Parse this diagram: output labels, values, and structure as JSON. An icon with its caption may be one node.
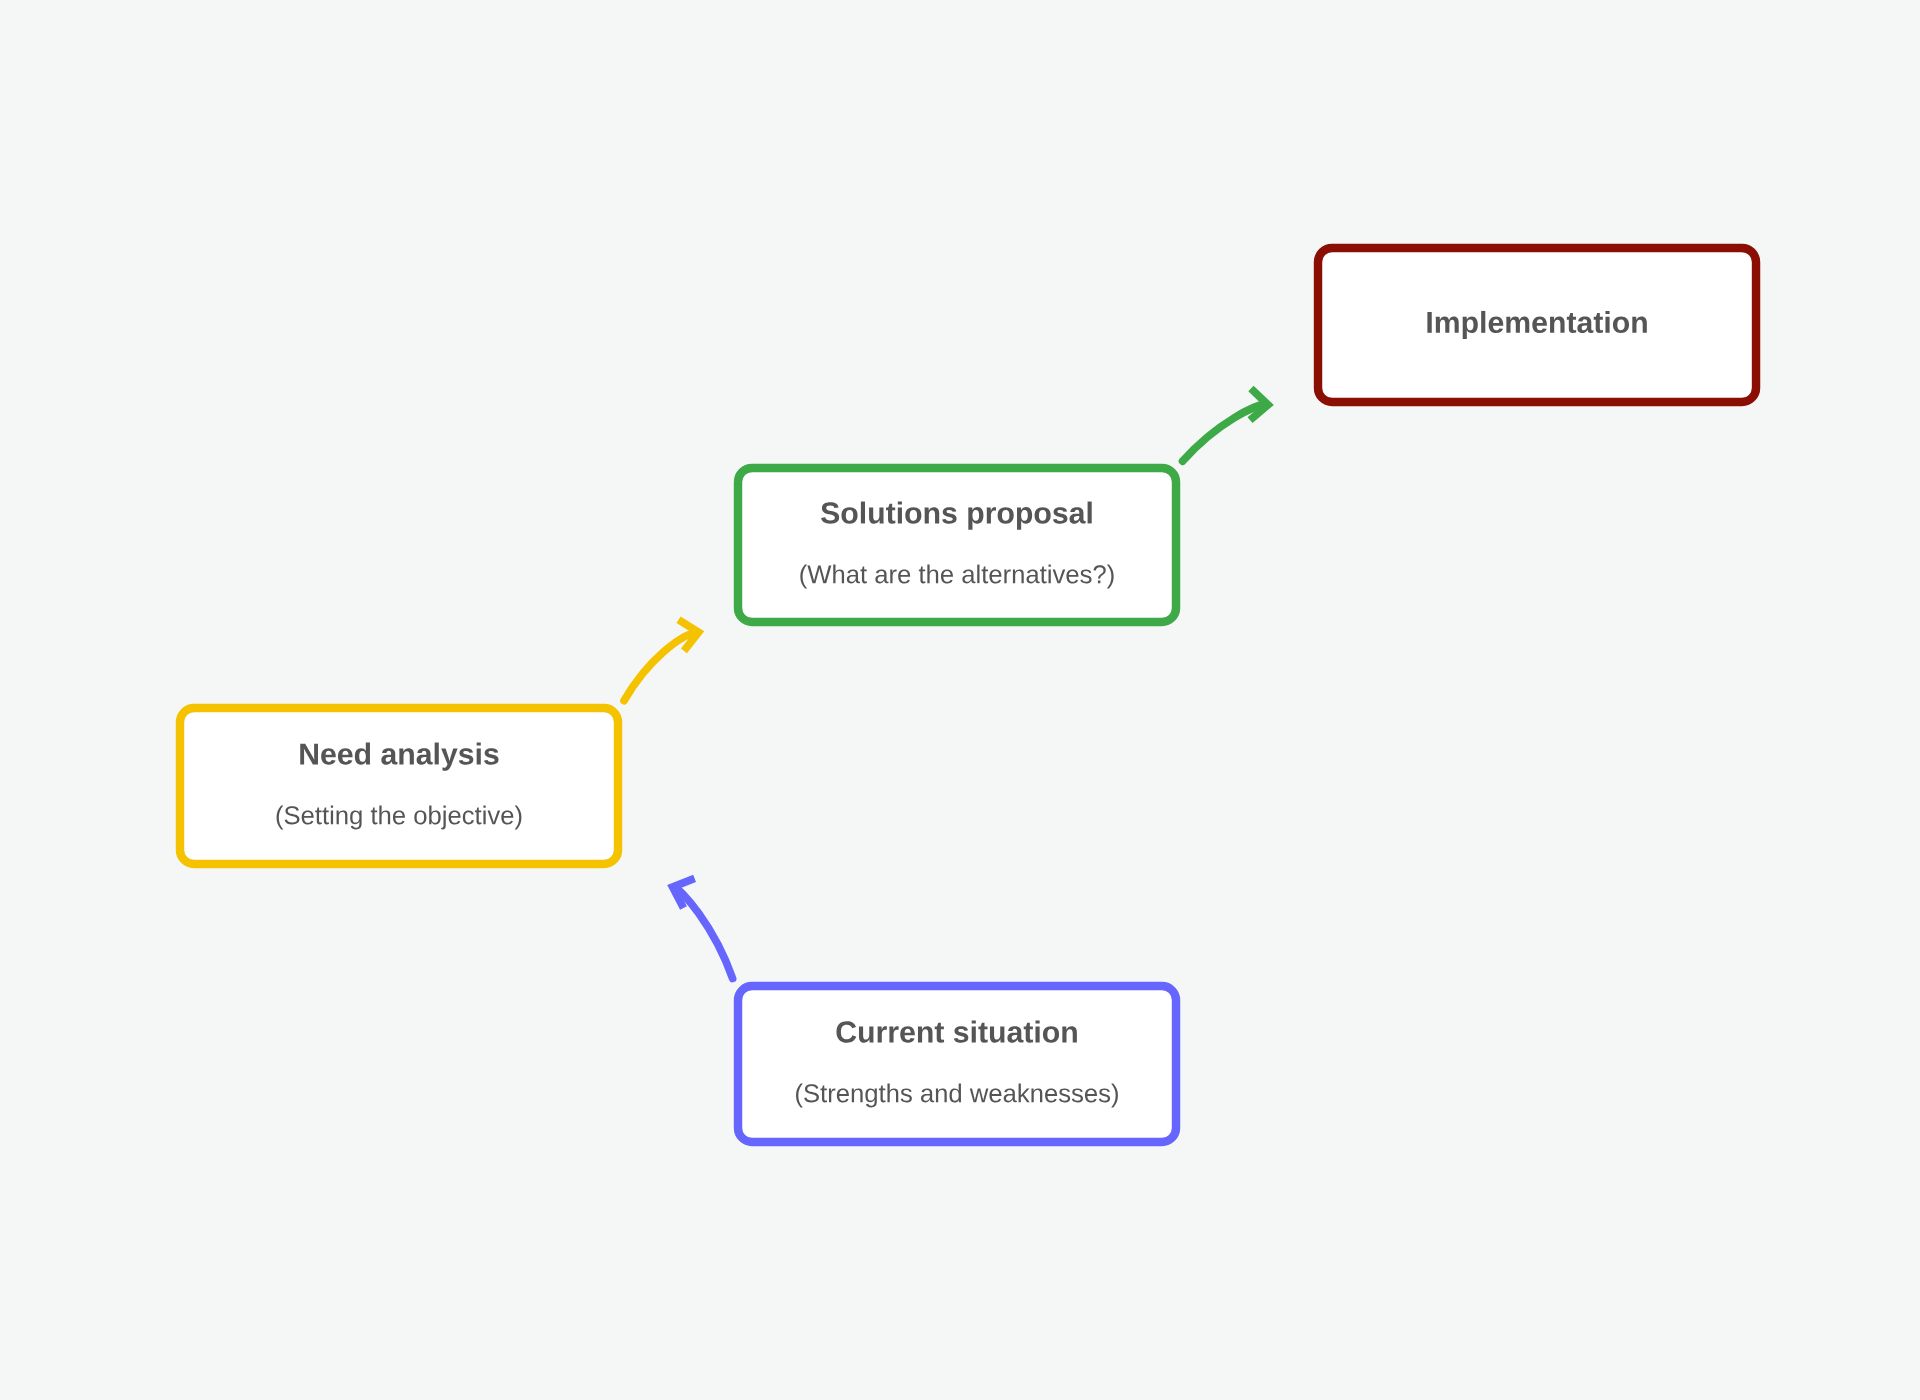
{
  "diagram": {
    "nodes": [
      {
        "text": [
          "Implementation"
        ]
      },
      {
        "text": [
          "Solutions proposal",
          "(What are the alternatives?)"
        ]
      },
      {
        "text": [
          "Need analysis",
          "(Setting the objective)"
        ]
      },
      {
        "text": [
          "Current situation",
          "(Strengths and weaknesses)"
        ]
      }
    ],
    "edges": [
      {
        "from": 3,
        "to": 2,
        "arrow": "to",
        "color": "#6666ff"
      },
      {
        "from": 2,
        "to": 1,
        "arrow": "to",
        "color": "#f5c200"
      },
      {
        "from": 1,
        "to": 0,
        "arrow": "to",
        "color": "#3daa47"
      }
    ]
  }
}
